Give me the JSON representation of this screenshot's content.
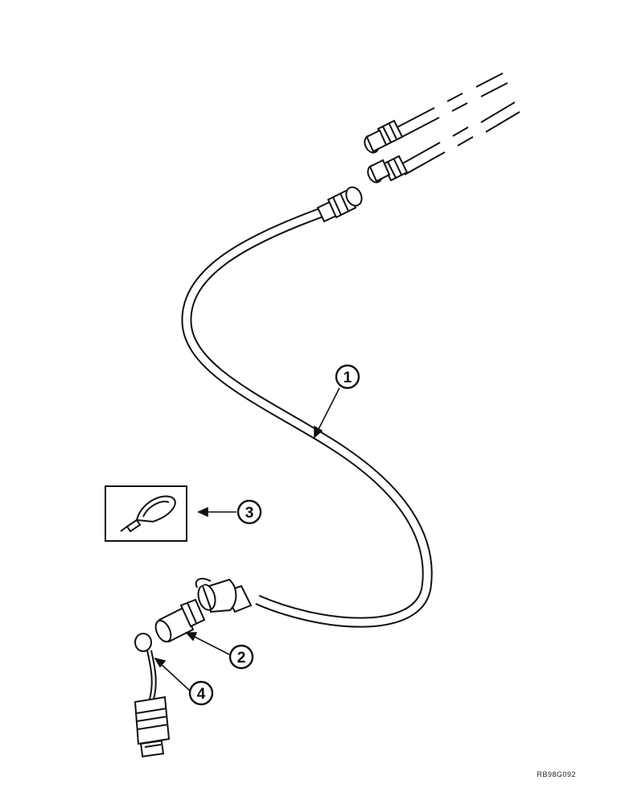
{
  "callouts": {
    "c1": "1",
    "c2": "2",
    "c3": "3",
    "c4": "4"
  },
  "reference_code": "RB98G092",
  "colors": {
    "ink": "#111111",
    "paper": "#ffffff"
  }
}
